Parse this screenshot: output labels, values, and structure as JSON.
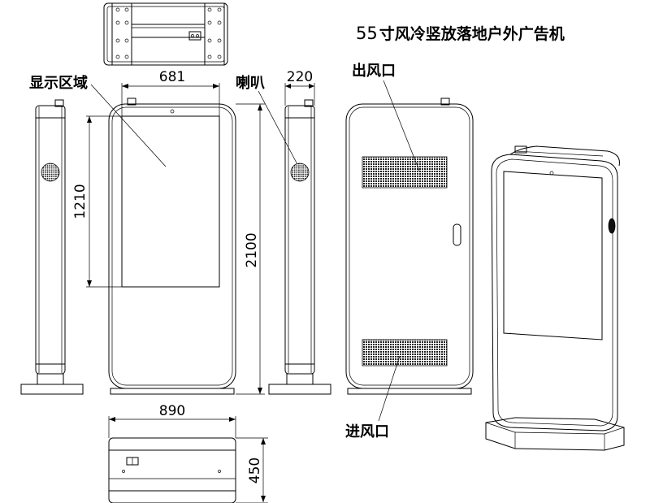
{
  "title": {
    "number": "55",
    "text": "寸风冷竖放落地户外广告机"
  },
  "labels": {
    "display_area": "显示区域",
    "speaker": "喇叭",
    "air_outlet": "出风口",
    "air_inlet": "进风口"
  },
  "dimensions": {
    "screen_width": "681",
    "screen_height": "1210",
    "total_height": "2100",
    "depth": "220",
    "total_width": "890",
    "base_depth": "450"
  }
}
